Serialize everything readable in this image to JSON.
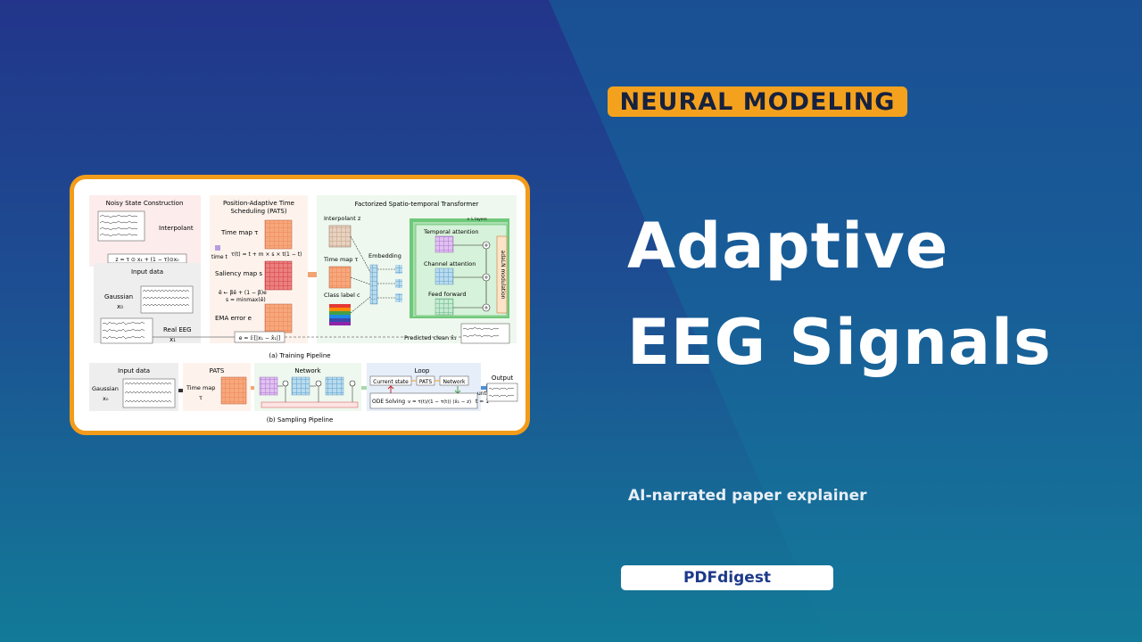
{
  "badge": "NEURAL MODELING",
  "title_line1": "Adaptive",
  "title_line2": "EEG Signals",
  "subtitle": "AI-narrated paper explainer",
  "brand": "PDFdigest",
  "figure": {
    "training": {
      "noisy_state": "Noisy State Construction",
      "interpolant": "Interpolant",
      "interp_formula": "z = τ ⊙ x₁ + (1 − τ)⊙x₀",
      "input_data": "Input data",
      "gaussian": "Gaussian",
      "x0": "x₀",
      "real_eeg": "Real EEG",
      "x1": "x₁",
      "pats_title1": "Position-Adaptive Time",
      "pats_title2": "Scheduling (PATS)",
      "time_map": "Time map τ",
      "time_t": "time t",
      "tau_formula": "τ(t) = t + m × s × t(1 − t)",
      "saliency": "Saliency map s",
      "ema_formula1": "ē ← βē + (1 − β)e",
      "ema_formula2": "s = minmax(ē)",
      "ema_error": "EMA error e",
      "error_formula": "e = 𝔼[|x₁ − x̂₁|]",
      "transformer_title": "Factorized Spatio-temporal Transformer",
      "interpolant_z": "Interpolant z",
      "time_map_tau": "Time map τ",
      "class_label": "Class label c",
      "embedding": "Embedding",
      "l_layers": "× L layers",
      "temporal_attention": "Temporal attention",
      "channel_attention": "Channel attention",
      "feed_forward": "Feed forward",
      "adaln": "adaLN modulation",
      "predicted_clean": "Predicted clean x̂₁",
      "caption_a": "(a) Training Pipeline"
    },
    "sampling": {
      "input_data": "Input data",
      "gaussian": "Gaussian",
      "x0": "x₀",
      "pats": "PATS",
      "time_map": "Time map",
      "tau": "τ",
      "network": "Network",
      "loop": "Loop",
      "current_state": "Current state",
      "pats_small": "PATS",
      "network_small": "Network",
      "ode": "ODE Solving",
      "ode_formula": "v = τ̇(t)/(1 − τ(t)) (x̂₁ − z)",
      "until": "until",
      "t_eq": "t = 1",
      "output": "Output",
      "caption_b": "(b) Sampling Pipeline"
    }
  },
  "colors": {
    "bg_left": "#21398a",
    "bg_right": "#1a5b96",
    "bg_bottom": "#137a98",
    "badge": "#f4a21e",
    "card_border": "#f39c1a"
  }
}
